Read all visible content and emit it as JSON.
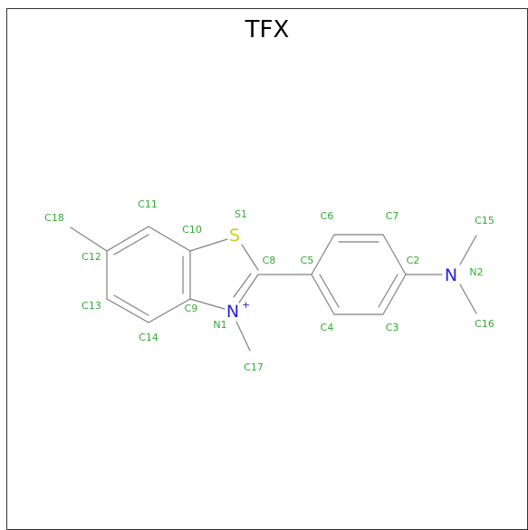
{
  "title": "TFX",
  "colors": {
    "bond": "#808080",
    "label": "#33aa33",
    "sulfur": "#cccc22",
    "nitrogen": "#2222dd",
    "frame": "#333333"
  },
  "heteroatoms": {
    "S1": "S",
    "N1": "N",
    "N1_charge": "+",
    "N2": "N"
  },
  "labels": {
    "S1": "S1",
    "N1": "N1",
    "N2": "N2",
    "C2": "C2",
    "C3": "C3",
    "C4": "C4",
    "C5": "C5",
    "C6": "C6",
    "C7": "C7",
    "C8": "C8",
    "C9": "C9",
    "C10": "C10",
    "C11": "C11",
    "C12": "C12",
    "C13": "C13",
    "C14": "C14",
    "C15": "C15",
    "C16": "C16",
    "C17": "C17",
    "C18": "C18"
  }
}
